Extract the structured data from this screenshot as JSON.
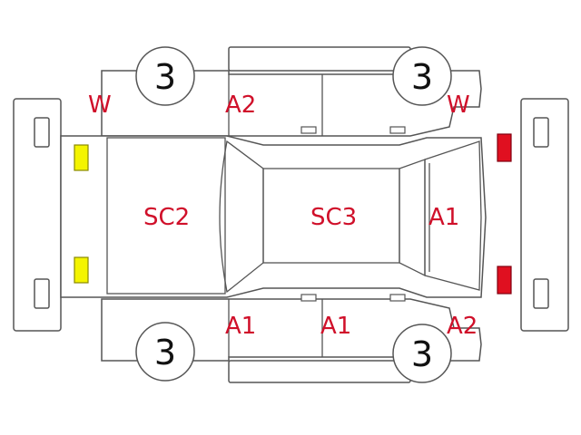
{
  "colors": {
    "damage_text": "#d0102a",
    "outline": "#555555",
    "front_lamp": "#f4f400",
    "rear_lamp": "#e01020"
  },
  "labels": {
    "w_top_left": "W",
    "w_top_right": "W",
    "a2_top": "A2",
    "sc2_hood": "SC2",
    "sc3_roof": "SC3",
    "a1_trunk": "A1",
    "a1_bottom_front_door": "A1",
    "a1_bottom_rear_door": "A1",
    "a2_bottom_rear": "A2"
  },
  "wheels": {
    "top_left": "3",
    "top_right": "3",
    "bottom_left": "3",
    "bottom_right": "3"
  },
  "lamps": {
    "front": "yellow",
    "rear": "red"
  }
}
